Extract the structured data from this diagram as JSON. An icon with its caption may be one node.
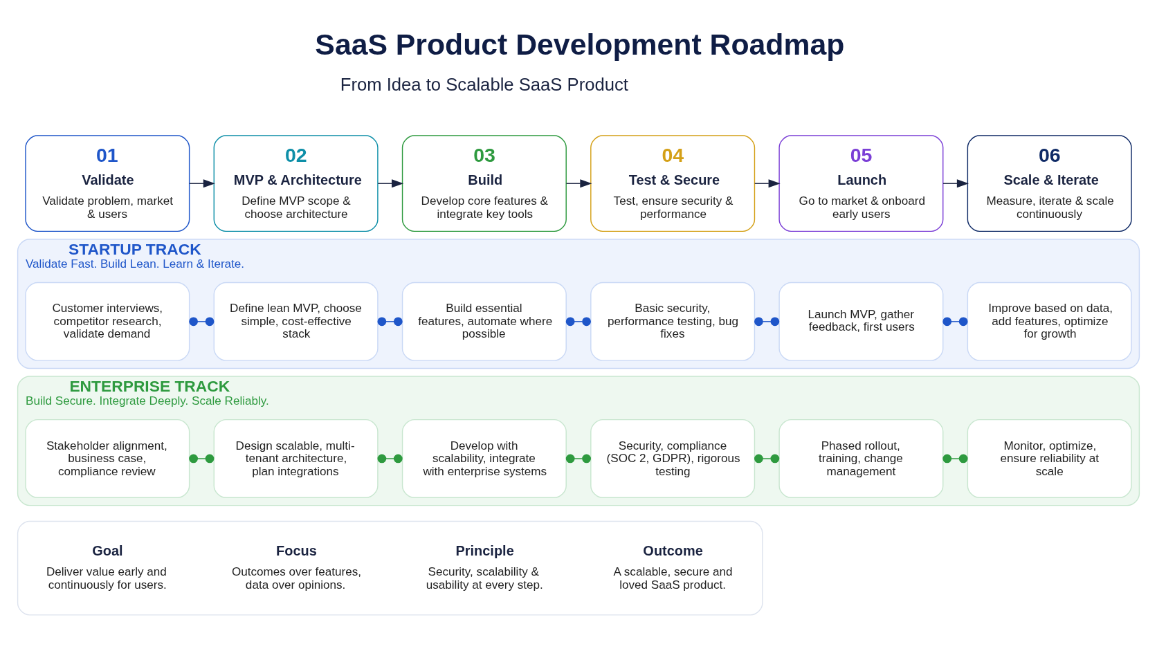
{
  "diagram": {
    "title": "SaaS Product Development Roadmap",
    "nodes": [
      {
        "text": [
          "01",
          "Validate",
          "Validate problem, market & users"
        ]
      },
      {
        "text": [
          "02",
          "MVP & Architecture",
          "Define MVP scope & choose architecture"
        ]
      },
      {
        "text": [
          "03",
          "Build",
          "Develop core features & integrate key tools"
        ]
      },
      {
        "text": [
          "04",
          "Test & Secure",
          "Test, ensure security & performance"
        ]
      },
      {
        "text": [
          "05",
          "Launch",
          "Go to market & onboard early users"
        ]
      },
      {
        "text": [
          "06",
          "Scale & Iterate",
          "Measure, iterate & scale continuously"
        ]
      },
      {
        "text": [
          "STARTUP TRACK",
          "Validate Fast. Build Lean. Learn & Iterate."
        ]
      },
      {
        "text": [
          "Customer interviews, competitor research, validate demand"
        ],
        "in": 6
      },
      {
        "text": [
          "Define lean MVP, choose simple, cost-effective stack"
        ],
        "in": 6
      },
      {
        "text": [
          "Build essential features, automate where possible"
        ],
        "in": 6
      },
      {
        "text": [
          "Basic security, performance testing, bug fixes"
        ],
        "in": 6
      },
      {
        "text": [
          "Launch MVP, gather feedback, first users"
        ],
        "in": 6
      },
      {
        "text": [
          "Improve based on data, add features, optimize for growth"
        ],
        "in": 6
      },
      {
        "text": [
          "ENTERPRISE TRACK",
          "Build Secure. Integrate Deeply. Scale Reliably."
        ]
      },
      {
        "text": [
          "Stakeholder alignment, business case, compliance review"
        ],
        "in": 13
      },
      {
        "text": [
          "Design scalable, multi-tenant architecture, plan integrations"
        ],
        "in": 13
      },
      {
        "text": [
          "Develop with scalability, integrate with enterprise systems"
        ],
        "in": 13
      },
      {
        "text": [
          "Security, compliance (SOC 2, GDPR), rigorous testing"
        ],
        "in": 13
      },
      {
        "text": [
          "Phased rollout, training, change management"
        ],
        "in": 13
      },
      {
        "text": [
          "Monitor, optimize, ensure reliability at scale"
        ],
        "in": 13
      },
      {
        "text": [],
        "shape": "box"
      },
      {
        "text": [
          "Goal",
          "Deliver value early and continuously for users."
        ],
        "in": 20
      },
      {
        "text": [
          "Focus",
          "Outcomes over features, data over opinions."
        ],
        "in": 20
      },
      {
        "text": [
          "Principle",
          "Security, scalability & usability at every step."
        ],
        "in": 20
      },
      {
        "text": [
          "Outcome",
          "A scalable, secure and loved SaaS product."
        ],
        "in": 20
      }
    ],
    "edges": [
      {
        "from": 0,
        "to": 1,
        "arrow": "to"
      },
      {
        "from": 1,
        "to": 2,
        "arrow": "to"
      },
      {
        "from": 2,
        "to": 3,
        "arrow": "to"
      },
      {
        "from": 3,
        "to": 4,
        "arrow": "to"
      },
      {
        "from": 4,
        "to": 5,
        "arrow": "to"
      },
      {
        "from": 7,
        "to": 8,
        "arrow": "other",
        "color": "#1f56c9"
      },
      {
        "from": 8,
        "to": 9,
        "arrow": "other",
        "color": "#1f56c9"
      },
      {
        "from": 9,
        "to": 10,
        "arrow": "other",
        "color": "#1f56c9"
      },
      {
        "from": 10,
        "to": 11,
        "arrow": "other",
        "color": "#1f56c9"
      },
      {
        "from": 11,
        "to": 12,
        "arrow": "other",
        "color": "#1f56c9"
      },
      {
        "from": 14,
        "to": 15,
        "arrow": "other",
        "color": "#2e9a3f"
      },
      {
        "from": 15,
        "to": 16,
        "arrow": "other",
        "color": "#2e9a3f"
      },
      {
        "from": 16,
        "to": 17,
        "arrow": "other",
        "color": "#2e9a3f"
      },
      {
        "from": 17,
        "to": 18,
        "arrow": "other",
        "color": "#2e9a3f"
      },
      {
        "from": 18,
        "to": 19,
        "arrow": "other",
        "color": "#2e9a3f"
      }
    ],
    "labels": [
      "From Idea to Scalable SaaS Product"
    ]
  }
}
